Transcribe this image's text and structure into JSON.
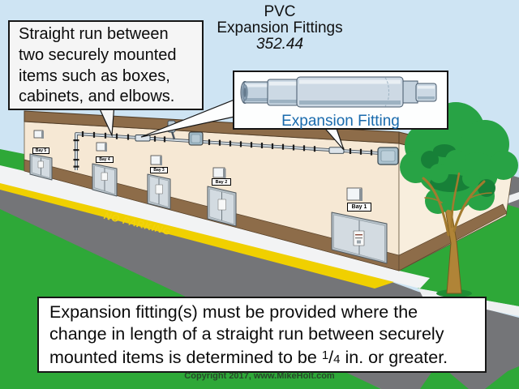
{
  "title": {
    "line1": "PVC",
    "line2": "Expansion Fittings",
    "line3": "352.44"
  },
  "callout_left": {
    "lines": [
      "Straight run between",
      "two securely mounted",
      "items such as boxes,",
      "cabinets, and elbows."
    ]
  },
  "fitting_callout": {
    "label": "Expansion Fitting"
  },
  "note": {
    "line1": "Expansion fitting(s) must be provided where the",
    "line2": "change in length of a straight run between securely",
    "line3_pre": "mounted items is determined to be ",
    "fraction_numerator": "1",
    "fraction_slash": "/",
    "fraction_denominator": "4",
    "line3_post": " in. or greater."
  },
  "building": {
    "bays": [
      {
        "label": "Bay 5"
      },
      {
        "label": "Bay 4"
      },
      {
        "label": "Bay 3"
      },
      {
        "label": "Bay 2"
      },
      {
        "label": "Bay 1"
      }
    ]
  },
  "road": {
    "marking": "NO PARKING"
  },
  "footer": {
    "copyright": "Copyright 2017, www.MikeHolt.com"
  },
  "colors": {
    "sky": "#cee4f3",
    "wall_front": "#f6e8d4",
    "wall_end": "#f8eedd",
    "trim_brown": "#8d6c49",
    "grass": "#2ea838",
    "road": "#747578",
    "sidewalk": "#f2f3f4",
    "curb_yellow": "#f0d000",
    "label_blue": "#1a6bad"
  }
}
